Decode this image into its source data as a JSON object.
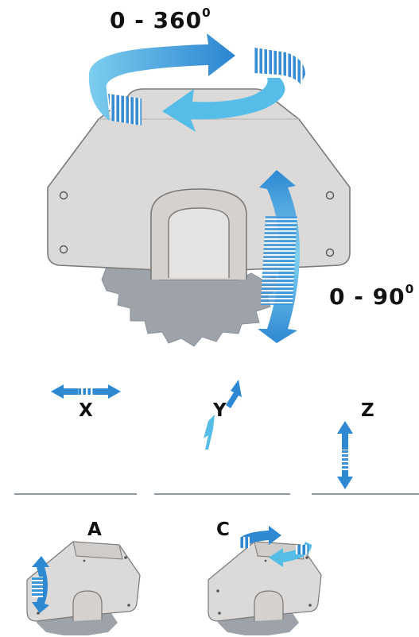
{
  "colors": {
    "arrow_dark": "#2f86cf",
    "arrow_light": "#6cc6ea",
    "guard_fill": "#dcdad8",
    "guard_stroke": "#7a7a7a",
    "blade_fill": "#9da3a9",
    "ground_line": "#8e99a3",
    "label_text": "#111111"
  },
  "labels": {
    "rotation_main": "0 - 360",
    "rotation_main_sup": "0",
    "tilt_main": "0 - 90",
    "tilt_main_sup": "0",
    "axis_x": "X",
    "axis_y": "Y",
    "axis_z": "Z",
    "axis_a": "A",
    "axis_c": "C"
  },
  "icons": {
    "rotation_arrow": "circular-rotation-arrow-icon",
    "tilt_arrow": "curved-double-arrow-icon",
    "x_arrow": "horizontal-double-arrow-icon",
    "y_arrow": "diagonal-double-arrow-icon",
    "z_arrow": "vertical-double-arrow-icon"
  }
}
